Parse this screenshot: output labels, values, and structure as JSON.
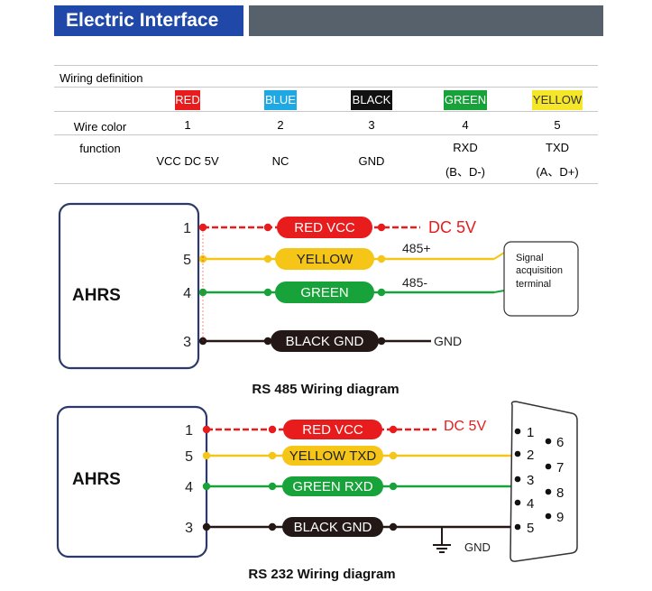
{
  "header": {
    "title": "Electric Interface"
  },
  "table": {
    "caption": "Wiring definition",
    "row_labels": [
      "Wire color",
      "function"
    ],
    "columns": [
      {
        "color_name": "RED",
        "bg": "#e81c1c",
        "fg": "#ffffff",
        "number": "1",
        "function": [
          "VCC DC 5V"
        ]
      },
      {
        "color_name": "BLUE",
        "bg": "#1ea9e4",
        "fg": "#ffffff",
        "number": "2",
        "function": [
          "NC"
        ]
      },
      {
        "color_name": "BLACK",
        "bg": "#111111",
        "fg": "#ffffff",
        "number": "3",
        "function": [
          "GND"
        ]
      },
      {
        "color_name": "GREEN",
        "bg": "#18a33a",
        "fg": "#ffffff",
        "number": "4",
        "function": [
          "RXD",
          "(B、D-)"
        ]
      },
      {
        "color_name": "YELLOW",
        "bg": "#f5e62a",
        "fg": "#333333",
        "number": "5",
        "function": [
          "TXD",
          "(A、D+)"
        ]
      }
    ]
  },
  "rs485": {
    "device": "AHRS",
    "caption": "RS 485 Wiring diagram",
    "pins": [
      "1",
      "5",
      "4",
      "3"
    ],
    "wires": [
      {
        "label": "RED   VCC",
        "color": "#e81c1c",
        "text_color": "#ffffff"
      },
      {
        "label": "YELLOW",
        "color": "#f5c518",
        "text_color": "#222222"
      },
      {
        "label": "GREEN",
        "color": "#18a33a",
        "text_color": "#ffffff"
      },
      {
        "label": "BLACK  GND",
        "color": "#231815",
        "text_color": "#ffffff"
      }
    ],
    "power_label": "DC 5V",
    "a_label": "485+",
    "b_label": "485-",
    "gnd_label": "GND",
    "terminal": "Signal acquisition terminal"
  },
  "rs232": {
    "device": "AHRS",
    "caption": "RS 232 Wiring diagram",
    "pins": [
      "1",
      "5",
      "4",
      "3"
    ],
    "wires": [
      {
        "label": "RED   VCC",
        "color": "#e81c1c",
        "text_color": "#ffffff"
      },
      {
        "label": "YELLOW  TXD",
        "color": "#f5c518",
        "text_color": "#222222"
      },
      {
        "label": "GREEN  RXD",
        "color": "#18a33a",
        "text_color": "#ffffff"
      },
      {
        "label": "BLACK  GND",
        "color": "#231815",
        "text_color": "#ffffff"
      }
    ],
    "power_label": "DC 5V",
    "gnd_label": "GND",
    "connector_pins_left": [
      "1",
      "2",
      "3",
      "4",
      "5"
    ],
    "connector_pins_right": [
      "6",
      "7",
      "8",
      "9"
    ]
  }
}
